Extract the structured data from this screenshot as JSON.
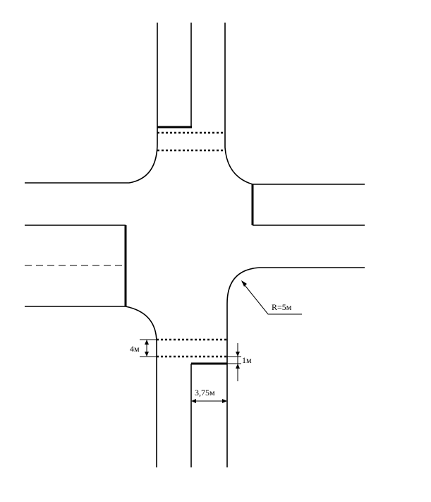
{
  "diagram": {
    "labels": {
      "radius": "R=5м",
      "crosswalk_width": "4м",
      "gap_to_stop_line": "1м",
      "lane_width": "3,75м"
    }
  }
}
